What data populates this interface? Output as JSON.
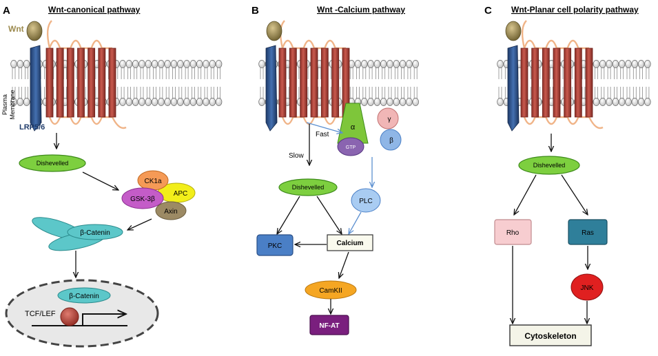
{
  "panels": {
    "a": {
      "letter": "A",
      "title": "Wnt-canonical pathway",
      "wnt": "Wnt",
      "membrane_line1": "Plasma",
      "membrane_line2": "Membrane",
      "lrp": "LRP5/6",
      "dishevelled": "Dishevelled",
      "ck1a": "CK1a",
      "apc": "APC",
      "gsk": "GSK-3β",
      "axin": "Axin",
      "bcatenin": "β-Catenin",
      "nuc_bcatenin": "β-Catenin",
      "tcf": "TCF/LEF"
    },
    "b": {
      "letter": "B",
      "title": "Wnt -Calcium pathway",
      "alpha": "α",
      "gamma": "γ",
      "beta": "β",
      "gtp": "GTP",
      "fast": "Fast",
      "slow": "Slow",
      "dishevelled": "Dishevelled",
      "plc": "PLC",
      "pkc": "PKC",
      "calcium": "Calcium",
      "camkii": "CamKII",
      "nfat": "NF-AT"
    },
    "c": {
      "letter": "C",
      "title": "Wnt-Planar cell polarity pathway",
      "dishevelled": "Dishevelled",
      "rho": "Rho",
      "ras": "Ras",
      "jnk": "JNK",
      "cytoskeleton": "Cytoskeleton"
    }
  },
  "colors": {
    "receptor": "#b5493f",
    "lrp": "#2d4f86",
    "wnt": "#9c8a4e",
    "loop": "#f0b488",
    "dishevelled": "#7dcf3f",
    "ck1a": "#f59a56",
    "apc": "#f2ee1a",
    "gsk": "#c45cc8",
    "axin": "#9c8a64",
    "catenin": "#5cc7c9",
    "alpha": "#7ec63a",
    "gtp": "#8a64b0",
    "gamma": "#f1b6b6",
    "beta": "#8fb6e6",
    "plc": "#a9ccf2",
    "pkc": "#4a7fc6",
    "camkii": "#f5a623",
    "nfat": "#7a1f7e",
    "rho": "#f7cdd0",
    "ras": "#2f7f9a",
    "jnk": "#e02020"
  }
}
